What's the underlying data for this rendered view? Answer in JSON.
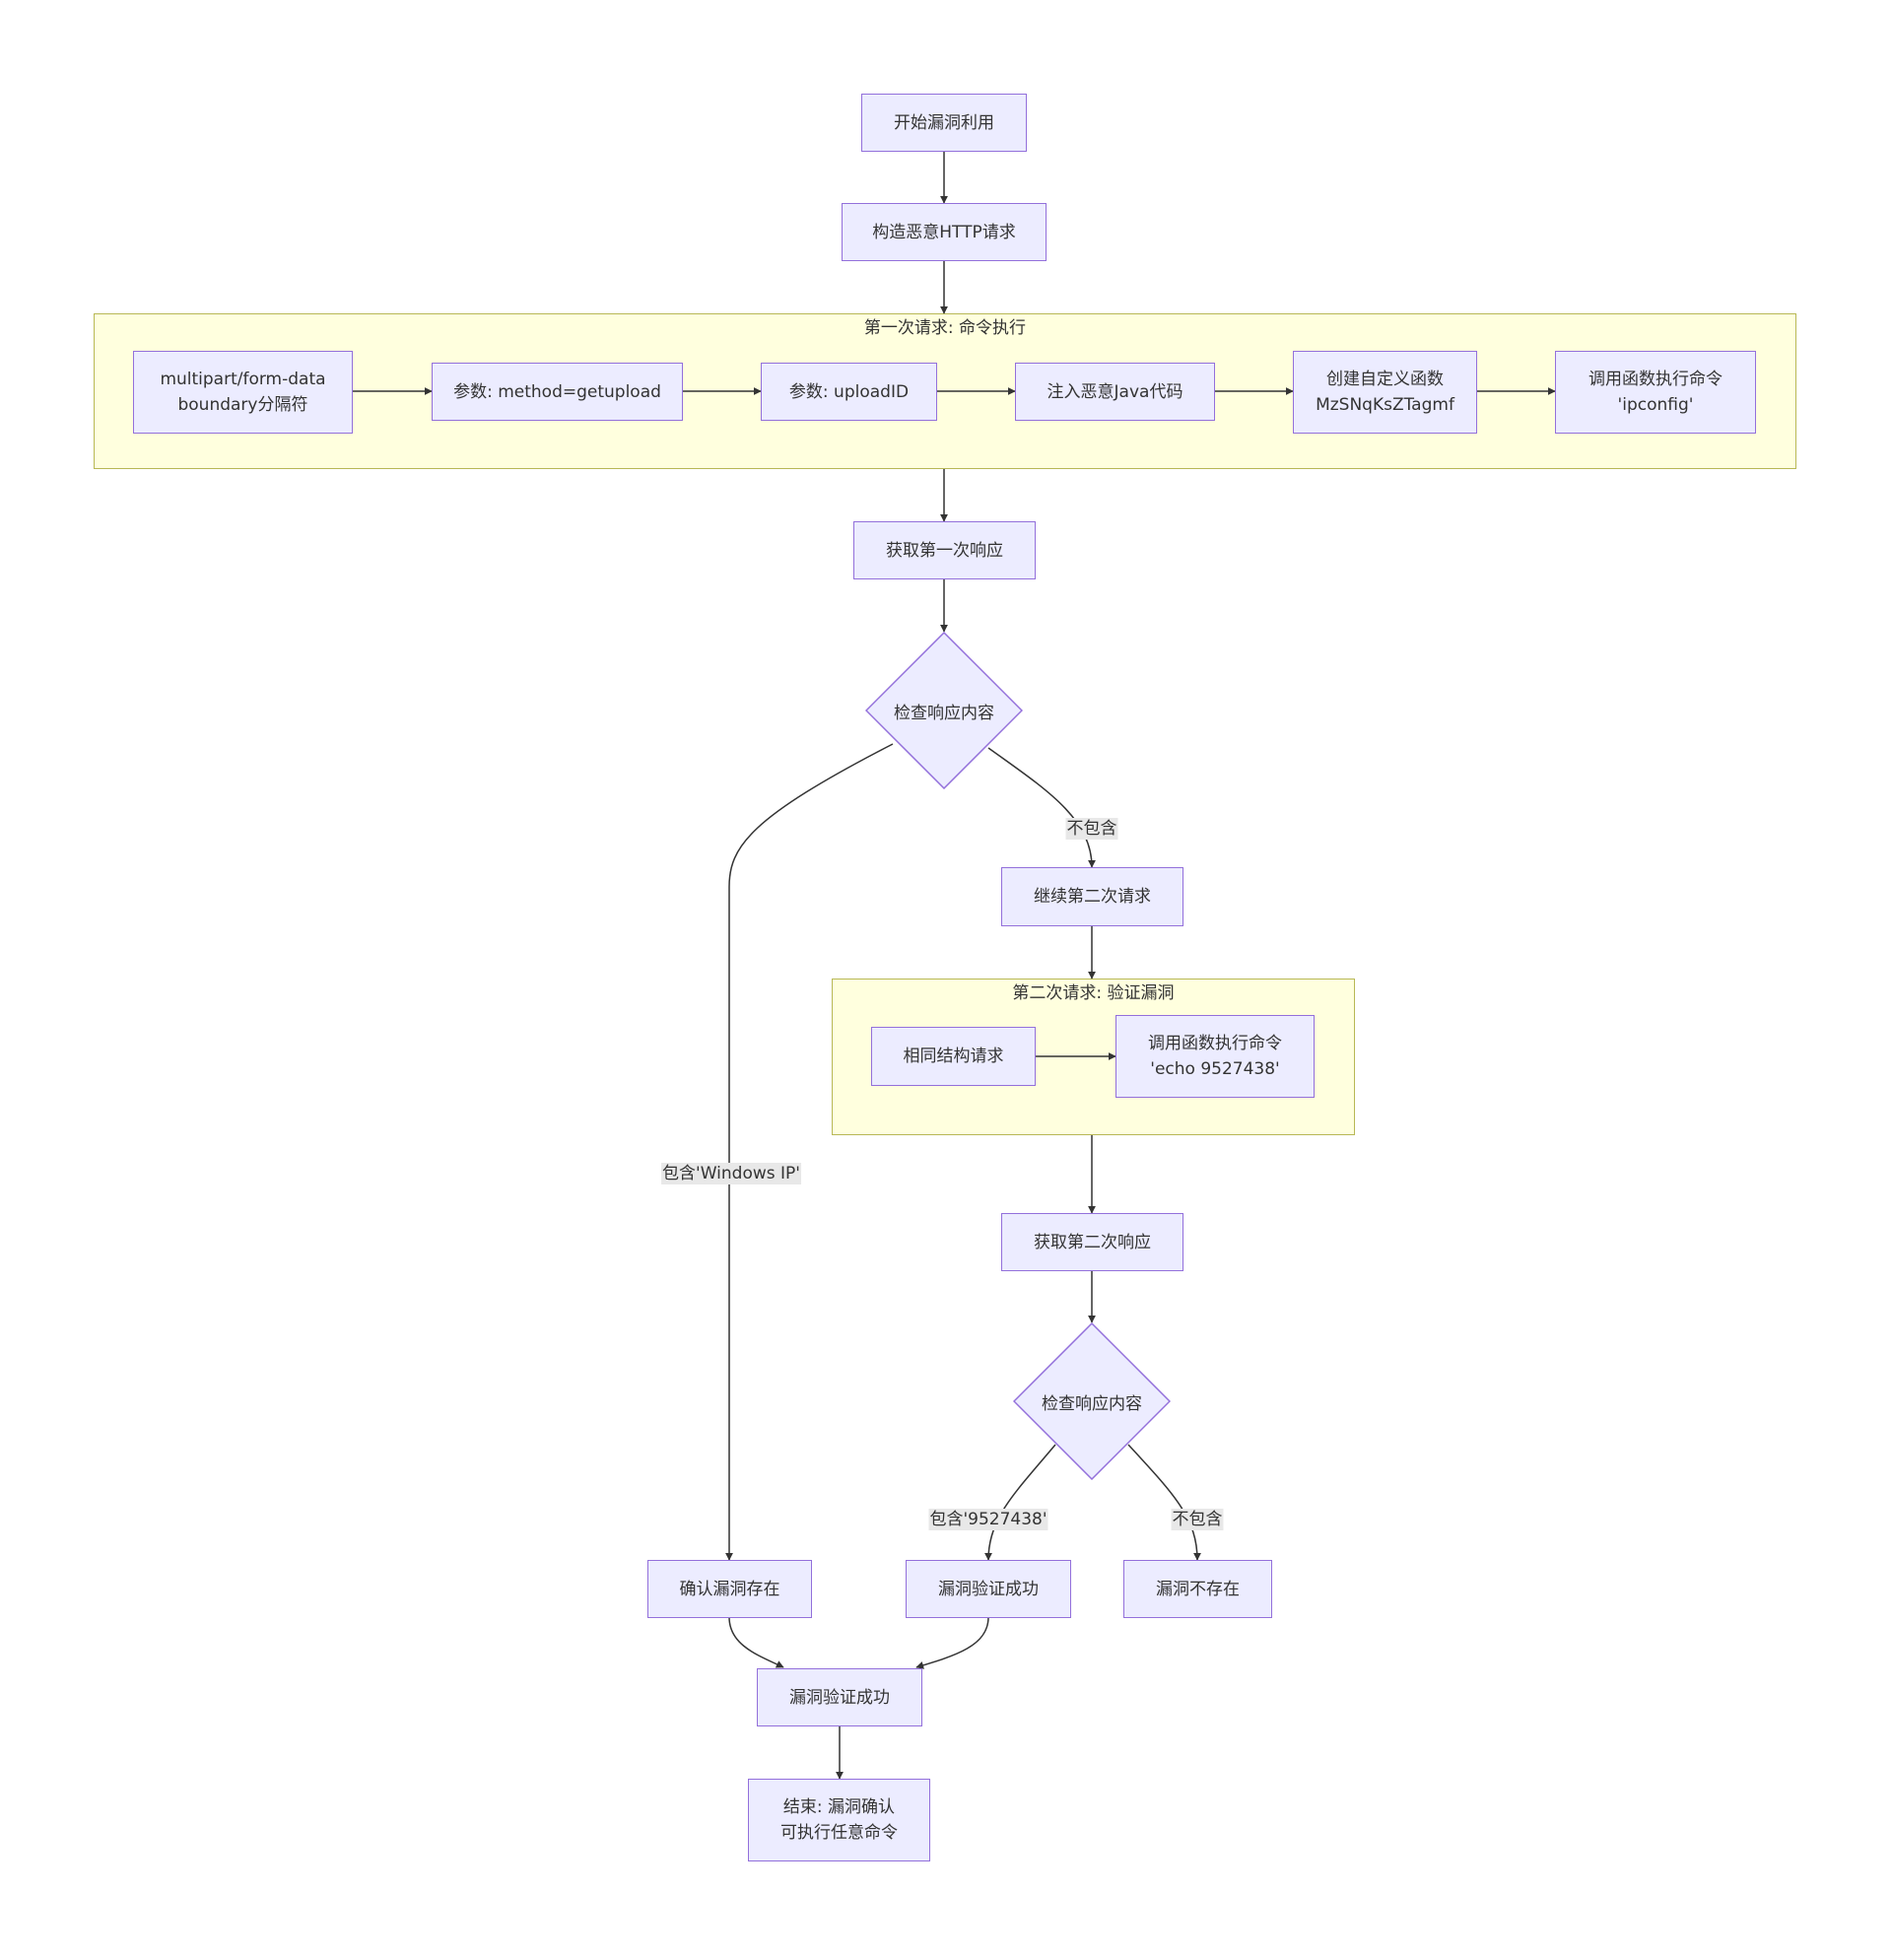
{
  "clusters": {
    "first_request": {
      "title": "第一次请求: 命令执行"
    },
    "second_request": {
      "title": "第二次请求: 验证漏洞"
    }
  },
  "nodes": {
    "start": "开始漏洞利用",
    "construct": "构造恶意HTTP请求",
    "multipart": "multipart/form-data\nboundary分隔符",
    "param_method": "参数: method=getupload",
    "param_upload": "参数: uploadID",
    "inject": "注入恶意Java代码",
    "create_func": "创建自定义函数\nMzSNqKsZTagmf",
    "call_ipconfig": "调用函数执行命令\n'ipconfig'",
    "get_first": "获取第一次响应",
    "check1": "检查响应内容",
    "continue_second": "继续第二次请求",
    "same_structure": "相同结构请求",
    "call_echo": "调用函数执行命令\n'echo 9527438'",
    "get_second": "获取第二次响应",
    "check2": "检查响应内容",
    "confirm_exists": "确认漏洞存在",
    "verify_success_a": "漏洞验证成功",
    "not_exists": "漏洞不存在",
    "verify_success_b": "漏洞验证成功",
    "end": "结束: 漏洞确认\n可执行任意命令"
  },
  "edge_labels": {
    "no_contain_1": "不包含",
    "contains_windows_ip": "包含'Windows IP'",
    "contains_9527438": "包含'9527438'",
    "no_contain_2": "不包含"
  },
  "colors": {
    "node_fill": "#ececff",
    "node_border": "#9370db",
    "cluster_fill": "#ffffde",
    "cluster_border": "#b8b855",
    "edge": "#333333",
    "label_bg": "#e8e8e8"
  }
}
